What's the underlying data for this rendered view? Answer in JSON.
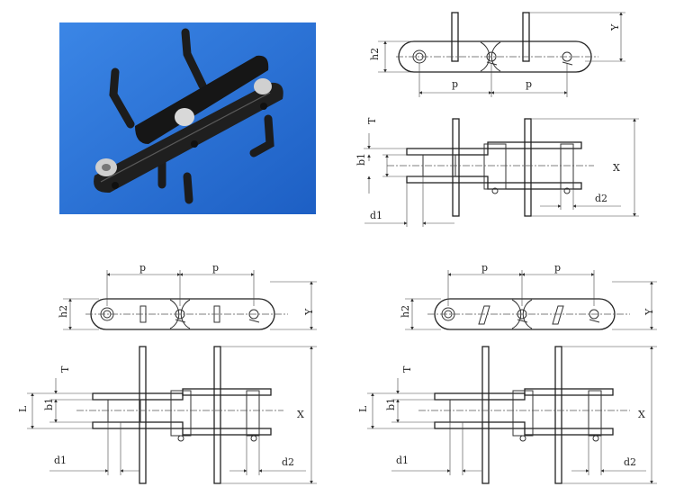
{
  "photo": {
    "description_icon": "chain-photo",
    "background": "#2a6fd4"
  },
  "diagrams": {
    "top_right_side": {
      "label_p1": "p",
      "label_p2": "p",
      "label_h2": "h2",
      "label_y": "Y"
    },
    "top_right_plan": {
      "label_t": "T",
      "label_b1": "b1",
      "label_x": "X",
      "label_d1": "d1",
      "label_d2": "d2"
    },
    "bottom_left_side": {
      "label_p1": "p",
      "label_p2": "p",
      "label_h2": "h2",
      "label_y": "Y"
    },
    "bottom_left_plan": {
      "label_t": "T",
      "label_l": "L",
      "label_b1": "b1",
      "label_x": "X",
      "label_d1": "d1",
      "label_d2": "d2"
    },
    "bottom_right_side": {
      "label_p1": "p",
      "label_p2": "p",
      "label_h2": "h2",
      "label_y": "Y"
    },
    "bottom_right_plan": {
      "label_t": "T",
      "label_l": "L",
      "label_b1": "b1",
      "label_x": "X",
      "label_d1": "d1",
      "label_d2": "d2"
    }
  }
}
